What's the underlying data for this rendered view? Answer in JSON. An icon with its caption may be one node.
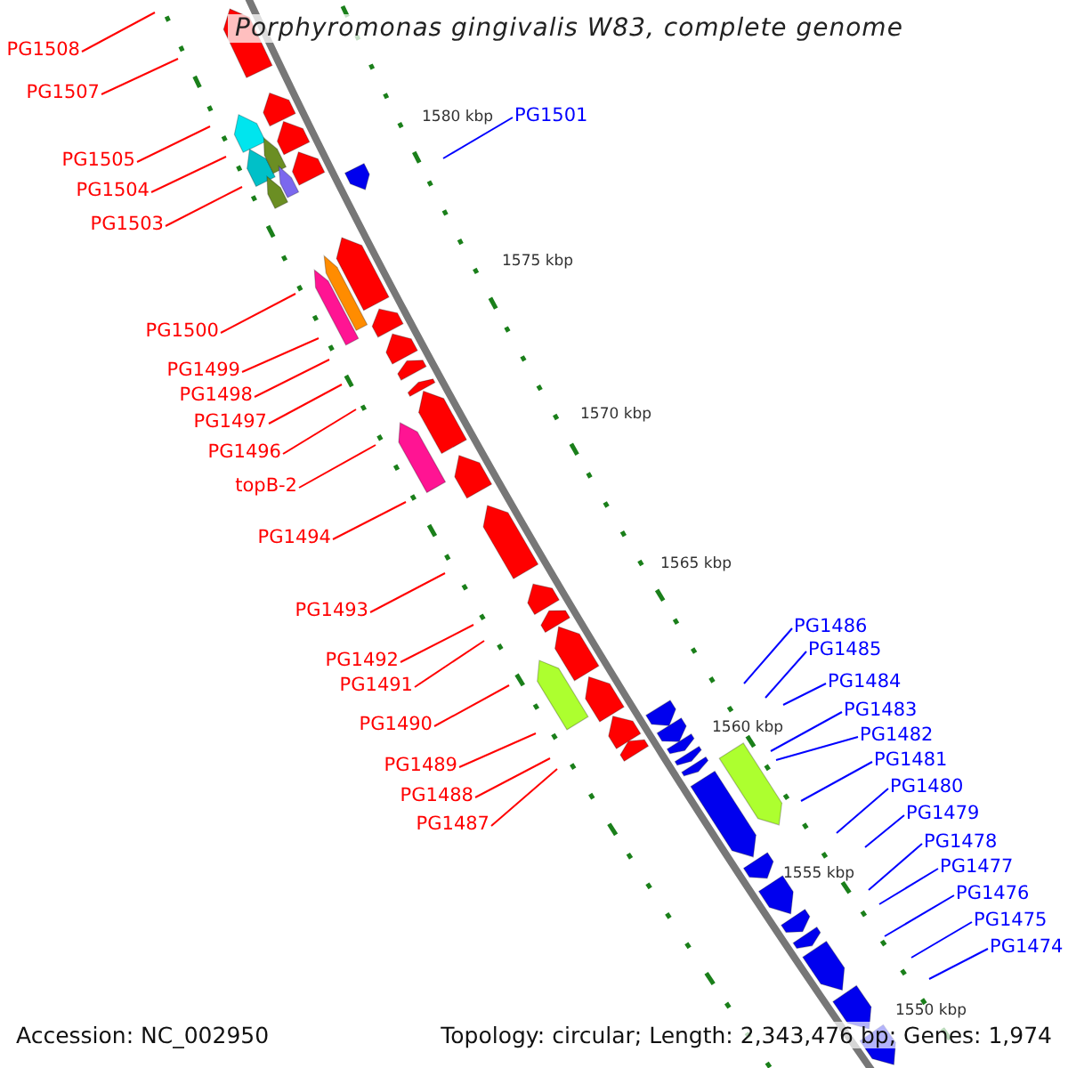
{
  "diagram": {
    "title": "Porphyromonas gingivalis W83, complete genome",
    "nodes": [
      {
        "text": [
          "PG1508"
        ]
      },
      {
        "text": [
          "PG1507"
        ]
      },
      {
        "text": [
          "PG1501"
        ]
      },
      {
        "text": [
          "PG1505"
        ]
      },
      {
        "text": [
          "PG1504"
        ]
      },
      {
        "text": [
          "PG1503"
        ]
      },
      {
        "text": [
          "PG1500"
        ]
      },
      {
        "text": [
          "PG1499"
        ]
      },
      {
        "text": [
          "PG1498"
        ]
      },
      {
        "text": [
          "PG1497"
        ]
      },
      {
        "text": [
          "PG1496"
        ]
      },
      {
        "text": [
          "topB-2"
        ]
      },
      {
        "text": [
          "PG1494"
        ]
      },
      {
        "text": [
          "PG1493"
        ]
      },
      {
        "text": [
          "PG1486"
        ]
      },
      {
        "text": [
          "PG1485"
        ]
      },
      {
        "text": [
          "PG1492"
        ]
      },
      {
        "text": [
          "PG1484"
        ]
      },
      {
        "text": [
          "PG1491"
        ]
      },
      {
        "text": [
          "PG1483"
        ]
      },
      {
        "text": [
          "PG1490"
        ]
      },
      {
        "text": [
          "PG1482"
        ]
      },
      {
        "text": [
          "PG1481"
        ]
      },
      {
        "text": [
          "PG1489"
        ]
      },
      {
        "text": [
          "PG1480"
        ]
      },
      {
        "text": [
          "PG1488"
        ]
      },
      {
        "text": [
          "PG1479"
        ]
      },
      {
        "text": [
          "PG1487"
        ]
      },
      {
        "text": [
          "PG1478"
        ]
      },
      {
        "text": [
          "PG1477"
        ]
      },
      {
        "text": [
          "PG1476"
        ]
      },
      {
        "text": [
          "PG1475"
        ]
      },
      {
        "text": [
          "PG1474"
        ]
      }
    ],
    "edges": [
      {
        "from": 0,
        "to": null,
        "arrow": "none"
      },
      {
        "from": 1,
        "to": null,
        "arrow": "none"
      },
      {
        "from": 2,
        "to": null,
        "arrow": "none",
        "color": "#0000ff"
      },
      {
        "from": 3,
        "to": null,
        "arrow": "none"
      },
      {
        "from": 4,
        "to": null,
        "arrow": "none"
      },
      {
        "from": 5,
        "to": null,
        "arrow": "none"
      },
      {
        "from": 6,
        "to": null,
        "arrow": "none"
      },
      {
        "from": 7,
        "to": null,
        "arrow": "none"
      },
      {
        "from": 8,
        "to": null,
        "arrow": "none"
      },
      {
        "from": 9,
        "to": null,
        "arrow": "none"
      },
      {
        "from": 10,
        "to": null,
        "arrow": "none"
      },
      {
        "from": 11,
        "to": null,
        "arrow": "none"
      },
      {
        "from": 12,
        "to": null,
        "arrow": "none"
      },
      {
        "from": 13,
        "to": null,
        "arrow": "none"
      },
      {
        "from": 14,
        "to": null,
        "arrow": "none",
        "color": "#0000ff"
      },
      {
        "from": 15,
        "to": null,
        "arrow": "none",
        "color": "#0000ff"
      },
      {
        "from": 16,
        "to": null,
        "arrow": "none"
      },
      {
        "from": 17,
        "to": null,
        "arrow": "none",
        "color": "#0000ff"
      },
      {
        "from": 18,
        "to": null,
        "arrow": "none"
      },
      {
        "from": 19,
        "to": null,
        "arrow": "none",
        "color": "#0000ff"
      },
      {
        "from": 20,
        "to": null,
        "arrow": "none"
      },
      {
        "from": 21,
        "to": null,
        "arrow": "none",
        "color": "#0000ff"
      },
      {
        "from": 22,
        "to": null,
        "arrow": "none",
        "color": "#0000ff"
      },
      {
        "from": 23,
        "to": null,
        "arrow": "none"
      },
      {
        "from": 24,
        "to": null,
        "arrow": "none",
        "color": "#0000ff"
      },
      {
        "from": 25,
        "to": null,
        "arrow": "none"
      },
      {
        "from": 26,
        "to": null,
        "arrow": "none",
        "color": "#0000ff"
      },
      {
        "from": 27,
        "to": null,
        "arrow": "none"
      },
      {
        "from": 28,
        "to": null,
        "arrow": "none",
        "color": "#0000ff"
      },
      {
        "from": 29,
        "to": null,
        "arrow": "none",
        "color": "#0000ff"
      },
      {
        "from": 30,
        "to": null,
        "arrow": "none",
        "color": "#0000ff"
      },
      {
        "from": 31,
        "to": null,
        "arrow": "none",
        "color": "#0000ff"
      },
      {
        "from": 32,
        "to": null,
        "arrow": "none",
        "color": "#0000ff"
      }
    ],
    "labels": [
      "1580 kbp",
      "1575 kbp",
      "1570 kbp",
      "1565 kbp",
      "1560 kbp",
      "1555 kbp",
      "1550 kbp",
      "Accession: NC_002950",
      "Topology: circular; Length: 2,343,476 bp; Genes: 1,974"
    ]
  }
}
